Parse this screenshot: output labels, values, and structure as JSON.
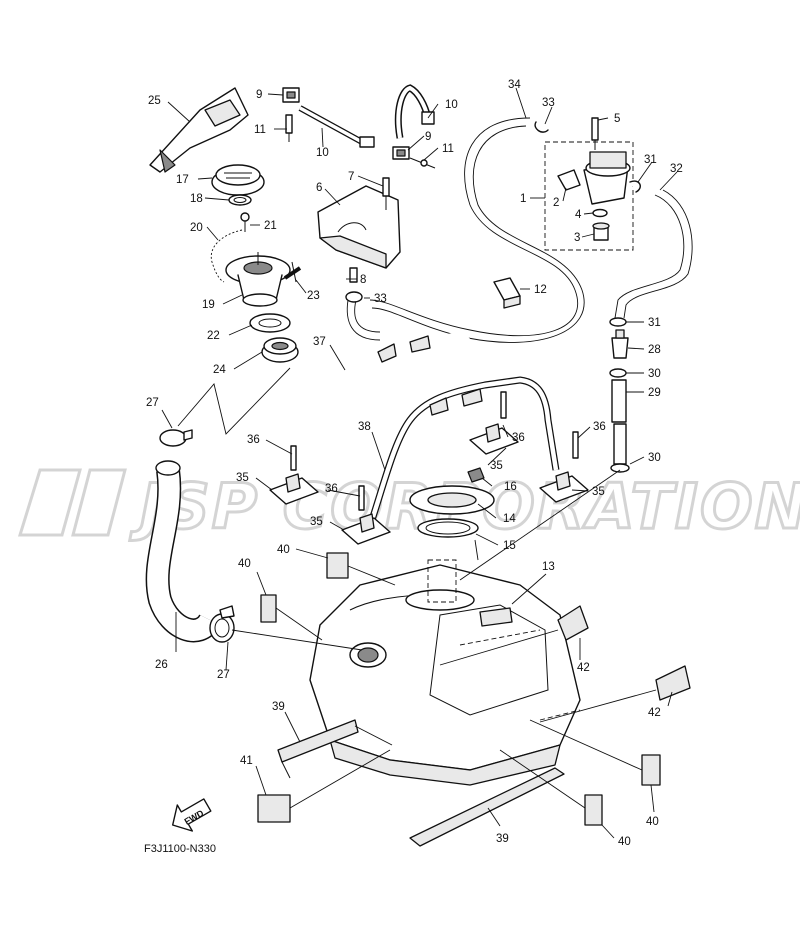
{
  "diagram_code": "F3J1100-N330",
  "fwd_label": "FWD",
  "watermark": "JSP CORPORATION",
  "callouts": [
    {
      "key": "c25",
      "text": "25"
    },
    {
      "key": "c9a",
      "text": "9"
    },
    {
      "key": "c11a",
      "text": "11"
    },
    {
      "key": "c10a",
      "text": "10"
    },
    {
      "key": "c10b",
      "text": "10"
    },
    {
      "key": "c9b",
      "text": "9"
    },
    {
      "key": "c11b",
      "text": "11"
    },
    {
      "key": "c34",
      "text": "34"
    },
    {
      "key": "c33a",
      "text": "33"
    },
    {
      "key": "c5",
      "text": "5"
    },
    {
      "key": "c31a",
      "text": "31"
    },
    {
      "key": "c32",
      "text": "32"
    },
    {
      "key": "c1",
      "text": "1"
    },
    {
      "key": "c2",
      "text": "2"
    },
    {
      "key": "c4",
      "text": "4"
    },
    {
      "key": "c3",
      "text": "3"
    },
    {
      "key": "c17",
      "text": "17"
    },
    {
      "key": "c18",
      "text": "18"
    },
    {
      "key": "c6",
      "text": "6"
    },
    {
      "key": "c7",
      "text": "7"
    },
    {
      "key": "c20",
      "text": "20"
    },
    {
      "key": "c21",
      "text": "21"
    },
    {
      "key": "c8",
      "text": "8"
    },
    {
      "key": "c12",
      "text": "12"
    },
    {
      "key": "c33b",
      "text": "33"
    },
    {
      "key": "c23",
      "text": "23"
    },
    {
      "key": "c19",
      "text": "19"
    },
    {
      "key": "c31b",
      "text": "31"
    },
    {
      "key": "c22",
      "text": "22"
    },
    {
      "key": "c28",
      "text": "28"
    },
    {
      "key": "c37",
      "text": "37"
    },
    {
      "key": "c24",
      "text": "24"
    },
    {
      "key": "c30a",
      "text": "30"
    },
    {
      "key": "c29",
      "text": "29"
    },
    {
      "key": "c27a",
      "text": "27"
    },
    {
      "key": "c36a",
      "text": "36"
    },
    {
      "key": "c38",
      "text": "38"
    },
    {
      "key": "c36b",
      "text": "36"
    },
    {
      "key": "c36c",
      "text": "36"
    },
    {
      "key": "c30b",
      "text": "30"
    },
    {
      "key": "c35a",
      "text": "35"
    },
    {
      "key": "c35b",
      "text": "35"
    },
    {
      "key": "c36d",
      "text": "36"
    },
    {
      "key": "c16",
      "text": "16"
    },
    {
      "key": "c35c",
      "text": "35"
    },
    {
      "key": "c14",
      "text": "14"
    },
    {
      "key": "c35d",
      "text": "35"
    },
    {
      "key": "c15",
      "text": "15"
    },
    {
      "key": "c40a",
      "text": "40"
    },
    {
      "key": "c40b",
      "text": "40"
    },
    {
      "key": "c13",
      "text": "13"
    },
    {
      "key": "c26",
      "text": "26"
    },
    {
      "key": "c27b",
      "text": "27"
    },
    {
      "key": "c42a",
      "text": "42"
    },
    {
      "key": "c42b",
      "text": "42"
    },
    {
      "key": "c39a",
      "text": "39"
    },
    {
      "key": "c41",
      "text": "41"
    },
    {
      "key": "c40c",
      "text": "40"
    },
    {
      "key": "c39b",
      "text": "39"
    },
    {
      "key": "c40d",
      "text": "40"
    }
  ]
}
